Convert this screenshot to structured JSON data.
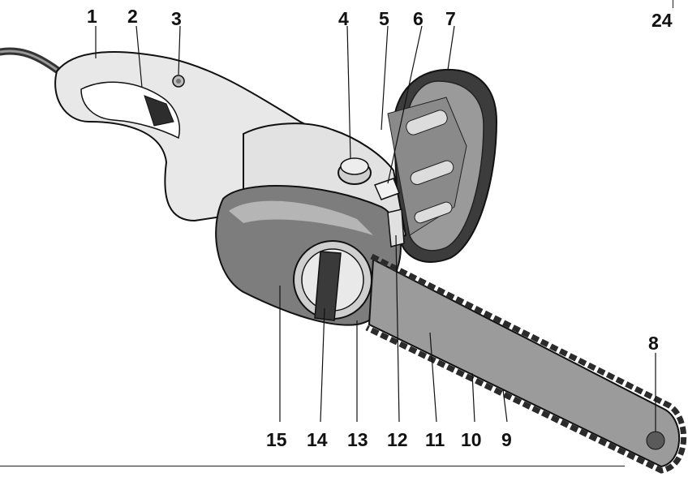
{
  "figure": {
    "callouts": [
      "1",
      "2",
      "3",
      "4",
      "5",
      "6",
      "7",
      "8",
      "9",
      "10",
      "11",
      "12",
      "13",
      "14",
      "15",
      "24"
    ],
    "colors": {
      "body": "#e6e6e6",
      "body_shadow": "#c9c9c9",
      "guard": "#8e8e8e",
      "handle_dark": "#3a3a3a",
      "bar": "#9b9b9b",
      "chain": "#2b2b2b",
      "line": "#111111"
    }
  }
}
